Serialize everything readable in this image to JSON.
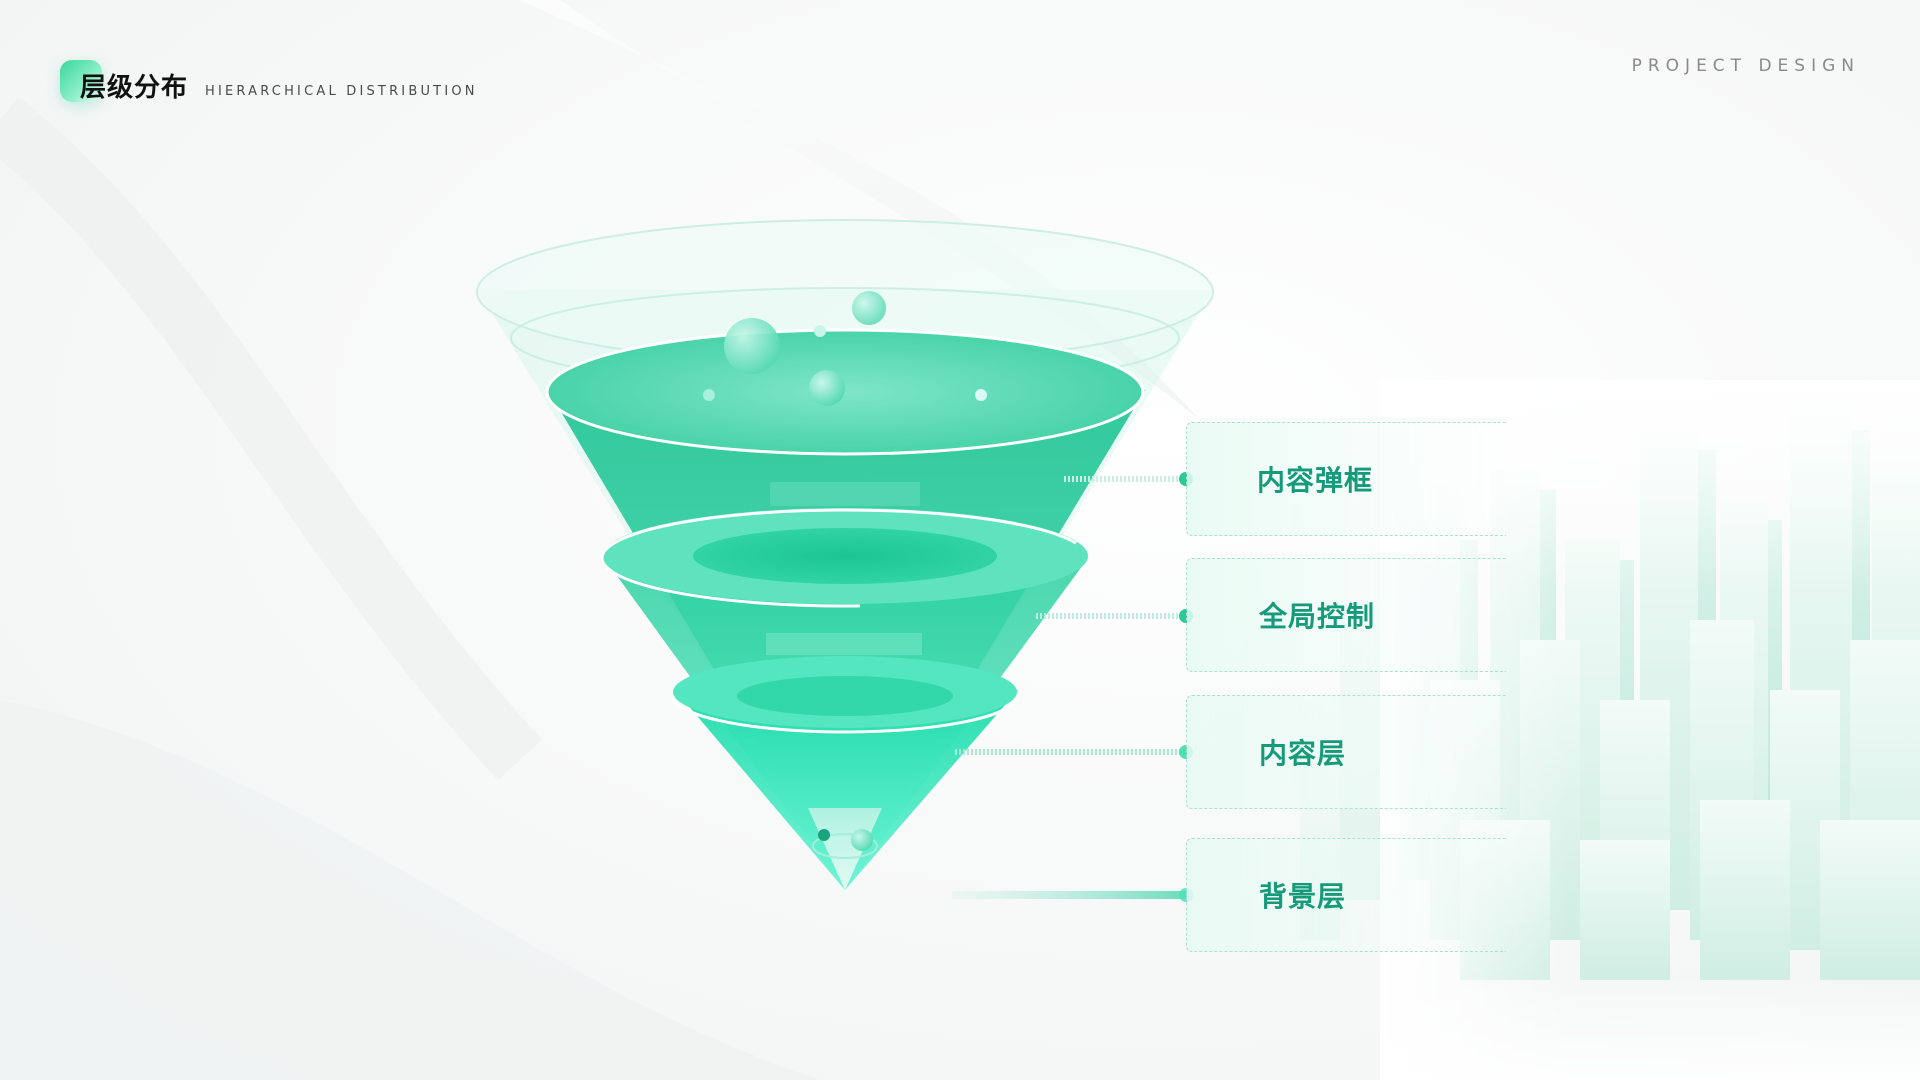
{
  "header": {
    "title_cn": "层级分布",
    "title_en": "HIERARCHICAL DISTRIBUTION",
    "brand": "PROJECT DESIGN"
  },
  "layers": [
    {
      "label": "内容弹框"
    },
    {
      "label": "全局控制"
    },
    {
      "label": "内容层"
    },
    {
      "label": "背景层"
    }
  ],
  "colors": {
    "accent": "#1fcf9a",
    "accent_light": "#5fe6c1",
    "label_text": "#159a7a",
    "dot": "#2bc99a"
  }
}
